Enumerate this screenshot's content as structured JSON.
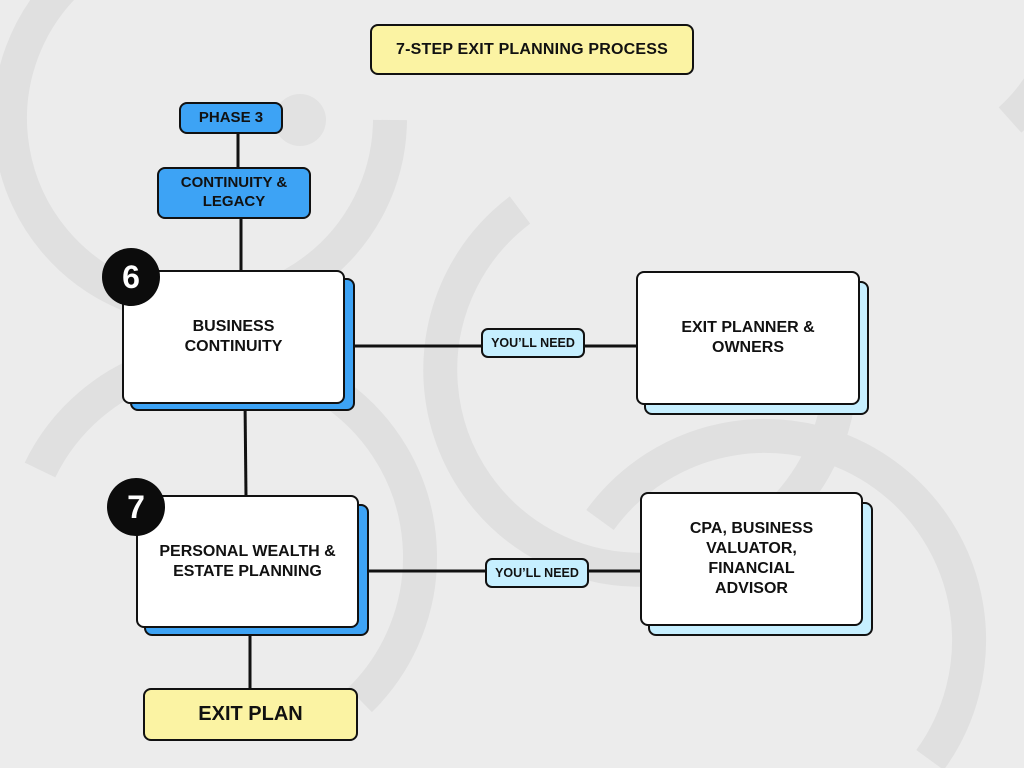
{
  "title": "7-STEP EXIT PLANNING PROCESS",
  "phase": {
    "label": "PHASE 3",
    "name": "CONTINUITY & LEGACY"
  },
  "steps": [
    {
      "number": "6",
      "name": "BUSINESS CONTINUITY",
      "connector_label": "YOU’LL NEED",
      "needs": "EXIT PLANNER & OWNERS"
    },
    {
      "number": "7",
      "name": "PERSONAL WEALTH & ESTATE PLANNING",
      "connector_label": "YOU’LL NEED",
      "needs": "CPA, BUSINESS VALUATOR, FINANCIAL ADVISOR"
    }
  ],
  "result": "EXIT PLAN",
  "colors": {
    "background": "#ececec",
    "yellow": "#fbf3a3",
    "blue": "#3da3f5",
    "light_blue": "#c6efff",
    "outline": "#111111"
  }
}
